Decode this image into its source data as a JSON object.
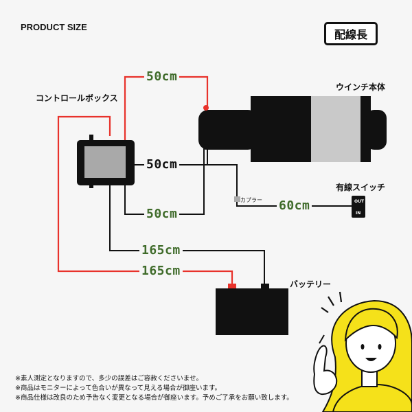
{
  "header": {
    "product_size": "PRODUCT SIZE",
    "badge": "配線長"
  },
  "components": {
    "control_box": "コントロールボックス",
    "winch": "ウインチ本体",
    "wired_switch": "有線スイッチ",
    "battery": "バッテリー",
    "coupler": "カプラー",
    "switch_out": "OUT",
    "switch_in": "IN"
  },
  "cables": [
    {
      "label": "50cm",
      "from": "control_box",
      "to": "winch",
      "wire": "red"
    },
    {
      "label": "50cm",
      "from": "control_box",
      "to": "winch",
      "wire": "black"
    },
    {
      "label": "50cm",
      "from": "control_box",
      "to": "winch",
      "wire": "black"
    },
    {
      "label": "60cm",
      "from": "coupler",
      "to": "wired_switch",
      "wire": "black"
    },
    {
      "label": "165cm",
      "from": "control_box",
      "to": "battery",
      "wire": "black"
    },
    {
      "label": "165cm",
      "from": "control_box",
      "to": "battery",
      "wire": "red"
    }
  ],
  "notes": [
    "※素人測定となりますので、多少の誤差はご容赦くださいませ。",
    "※商品はモニターによって色合いが異なって見える場合が御座います。",
    "※商品仕様は改良のため予告なく変更となる場合が御座います。予めご了承をお願い致します。"
  ],
  "colors": {
    "red_wire": "#e8322b",
    "black_wire": "#111111",
    "label_green": "#3f6b2a",
    "label_red": "#d9302a",
    "winch_drum": "#c9c9c9",
    "control_face": "#a9a9a9",
    "woman_hair": "#f5e11a"
  },
  "icons": [
    "winch-body",
    "control-box",
    "battery",
    "wired-switch",
    "woman-illustration"
  ]
}
